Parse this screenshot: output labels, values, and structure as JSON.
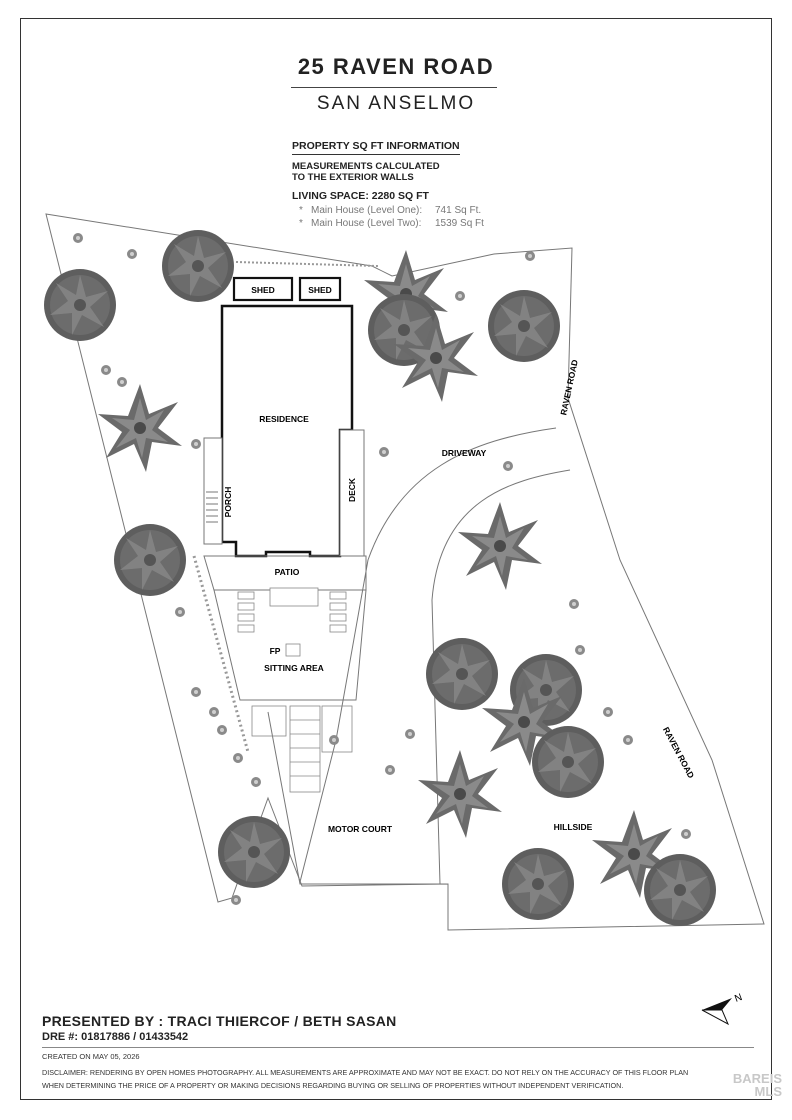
{
  "header": {
    "address": "25 RAVEN ROAD",
    "city": "SAN ANSELMO"
  },
  "sqft_info": {
    "heading": "PROPERTY SQ FT INFORMATION",
    "measure_line1": "MEASUREMENTS CALCULATED",
    "measure_line2": "TO THE EXTERIOR WALLS",
    "living_space": "LIVING SPACE: 2280 SQ FT",
    "levels": [
      {
        "label": "Main House (Level One):",
        "value": "741 Sq Ft."
      },
      {
        "label": "Main House (Level Two):",
        "value": "1539 Sq Ft"
      }
    ]
  },
  "plan_labels": {
    "shed": "SHED",
    "residence": "RESIDENCE",
    "porch": "PORCH",
    "deck": "DECK",
    "patio": "PATIO",
    "fp": "FP",
    "sitting_area": "SITTING AREA",
    "driveway": "DRIVEWAY",
    "raven_road": "RAVEN ROAD",
    "motor_court": "MOTOR COURT",
    "hillside": "HILLSIDE"
  },
  "footer": {
    "presented_by": "PRESENTED BY : TRACI THIERCOF / BETH SASAN",
    "dre": "DRE #: 01817886 / 01433542",
    "created": "CREATED ON MAY 05, 2026",
    "disclaimer_line1": "DISCLAIMER: RENDERING BY OPEN HOMES PHOTOGRAPHY. ALL MEASUREMENTS ARE APPROXIMATE AND MAY NOT BE EXACT. DO NOT RELY ON THE ACCURACY OF THIS FLOOR PLAN",
    "disclaimer_line2": "WHEN DETERMINING THE PRICE OF A PROPERTY OR MAKING DECISIONS REGARDING BUYING OR SELLING OF PROPERTIES WITHOUT INDEPENDENT VERIFICATION.",
    "watermark_line1": "BAREIS",
    "watermark_line2": "MLS",
    "north": "N"
  },
  "colors": {
    "tree_dark": "#5a5a5a",
    "tree_mid": "#7a7a7a",
    "outline": "#111111"
  }
}
